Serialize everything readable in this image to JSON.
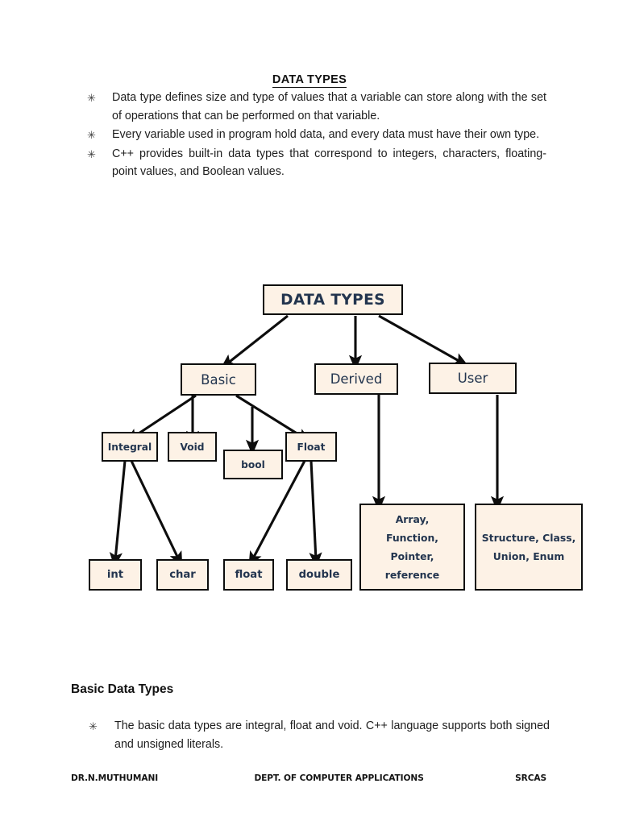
{
  "document": {
    "title": "DATA TYPES",
    "bullet_glyph": "✳",
    "intro_bullets": [
      "Data type defines size and type of values that a variable can store along with the set of operations that can be performed on that variable.",
      "Every variable used in program hold data, and every data must have their own type.",
      "C++ provides built-in data types that correspond to integers, characters, floating-point values, and Boolean values."
    ],
    "section_heading": "Basic Data Types",
    "section_bullets": [
      "The basic data types are integral, float and void. C++ language supports both signed and unsigned literals."
    ]
  },
  "diagram": {
    "node_fill": "#fdf2e6",
    "node_border": "#0d0d0d",
    "node_text": "#23354f",
    "nodes": {
      "root": "DATA TYPES",
      "basic": "Basic",
      "derived": "Derived",
      "user": "User",
      "integral": "Integral",
      "void": "Void",
      "bool": "bool",
      "float_cat": "Float",
      "int": "int",
      "char": "char",
      "float": "float",
      "double": "double",
      "derived_items": [
        "Array,",
        "Function,",
        "Pointer,",
        "reference"
      ],
      "user_items": [
        "Structure, Class,",
        "Union, Enum"
      ]
    }
  },
  "footer": {
    "left": "DR.N.MUTHUMANI",
    "middle": "DEPT. OF COMPUTER APPLICATIONS",
    "right": "SRCAS"
  }
}
